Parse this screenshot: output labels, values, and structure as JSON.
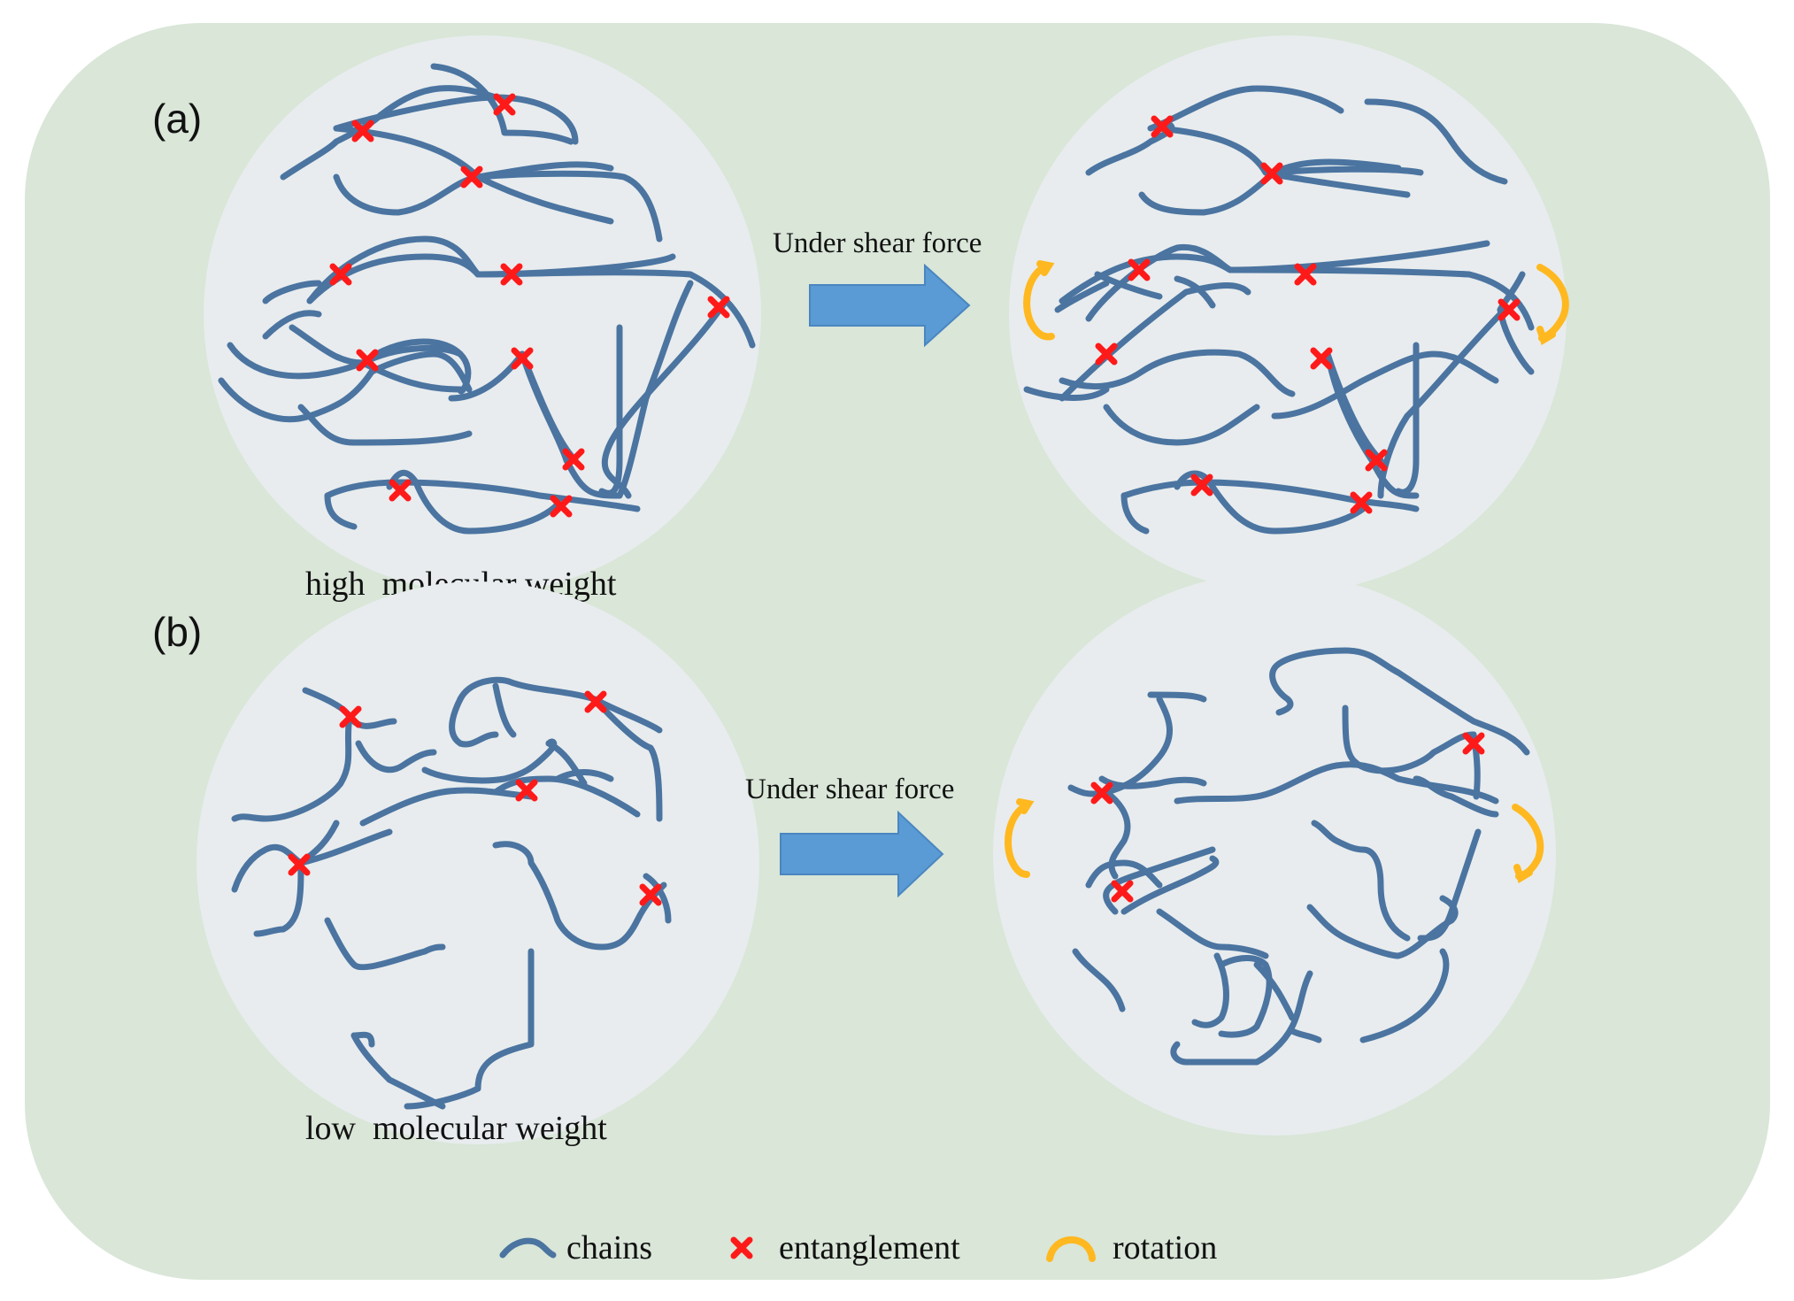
{
  "panels": {
    "a": {
      "label": "(a)",
      "caption": "high  molecular weight",
      "arrow_label": "Under shear force"
    },
    "b": {
      "label": "(b)",
      "caption": "low  molecular weight",
      "arrow_label": "Under shear force"
    }
  },
  "legend": {
    "chains": "chains",
    "entanglement": "entanglement",
    "rotation": "rotation"
  },
  "colors": {
    "background": "#d9e6d8",
    "circle_fill": "#e8ecee",
    "chain": "#4b74a0",
    "entanglement": "#ff1a1a",
    "rotation": "#ffb81f",
    "arrow": "#5b9bd5",
    "text": "#111111"
  }
}
